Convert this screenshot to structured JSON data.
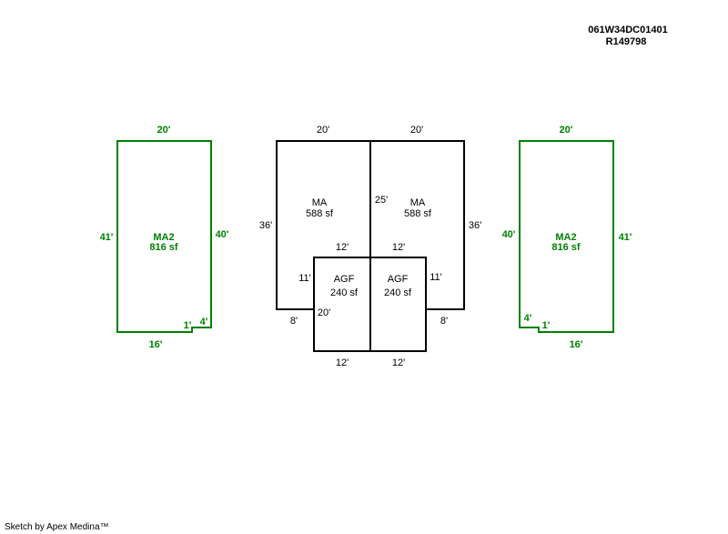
{
  "header": {
    "parcel_id": "061W34DC01401",
    "account": "R149798"
  },
  "colors": {
    "green": "#008000",
    "black": "#000000"
  },
  "left_ma2": {
    "name": "MA2",
    "area": "816 sf",
    "top": "20'",
    "left": "41'",
    "right": "40'",
    "bottom": "16'",
    "notch_h": "1'",
    "notch_w": "4'"
  },
  "right_ma2": {
    "name": "MA2",
    "area": "816 sf",
    "top": "20'",
    "left": "40'",
    "right": "41'",
    "bottom": "16'",
    "notch_h": "1'",
    "notch_w": "4'"
  },
  "center": {
    "ma_left": {
      "name": "MA",
      "area": "588 sf",
      "top": "20'",
      "side": "36'",
      "inner_top": "12'",
      "inner_side": "11'",
      "bottom": "8'"
    },
    "ma_right": {
      "name": "MA",
      "area": "588 sf",
      "top": "20'",
      "side": "36'",
      "divider": "25'",
      "inner_top": "12'",
      "inner_side": "11'",
      "bottom": "8'"
    },
    "agf_left": {
      "name": "AGF",
      "area": "240 sf",
      "side": "20'",
      "bottom": "12'"
    },
    "agf_right": {
      "name": "AGF",
      "area": "240 sf",
      "bottom": "12'"
    }
  },
  "footer": "Sketch by Apex Medina™"
}
